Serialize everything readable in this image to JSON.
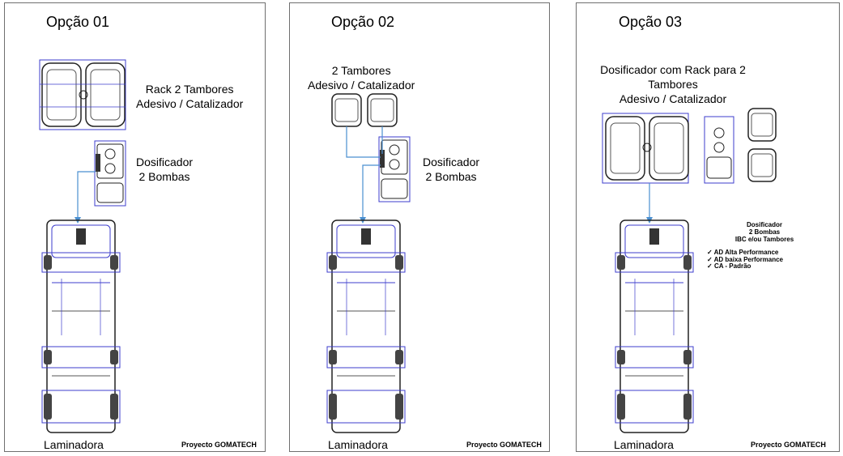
{
  "panels": [
    {
      "title": "Opção 01",
      "rack_label": [
        "Rack 2 Tambores",
        "Adesivo / Catalizador"
      ],
      "dosing_label": [
        "Dosificador",
        "2 Bombas"
      ],
      "machine_label": "Laminadora",
      "project_label": "Proyecto GOMATECH"
    },
    {
      "title": "Opção 02",
      "drums_label": [
        "2 Tambores",
        "Adesivo / Catalizador"
      ],
      "dosing_label": [
        "Dosificador",
        "2 Bombas"
      ],
      "machine_label": "Laminadora",
      "project_label": "Proyecto GOMATECH"
    },
    {
      "title": "Opção 03",
      "rack_label": [
        "Dosificador com Rack para 2",
        "Tambores",
        "Adesivo / Catalizador"
      ],
      "dosing_label": [
        "Dosificador",
        "2 Bombas",
        "IBC e/ou Tambores"
      ],
      "checklist": [
        "AD Alta Performance",
        "AD baixa Performance",
        "CA - Padrão"
      ],
      "machine_label": "Laminadora",
      "project_label": "Proyecto GOMATECH"
    }
  ],
  "colors": {
    "outline": "#2a2a8a",
    "accent": "#3d3dcc",
    "arrow": "#4a8fd0",
    "border": "#6f6f6f"
  },
  "icons": {
    "check": "check-icon"
  }
}
